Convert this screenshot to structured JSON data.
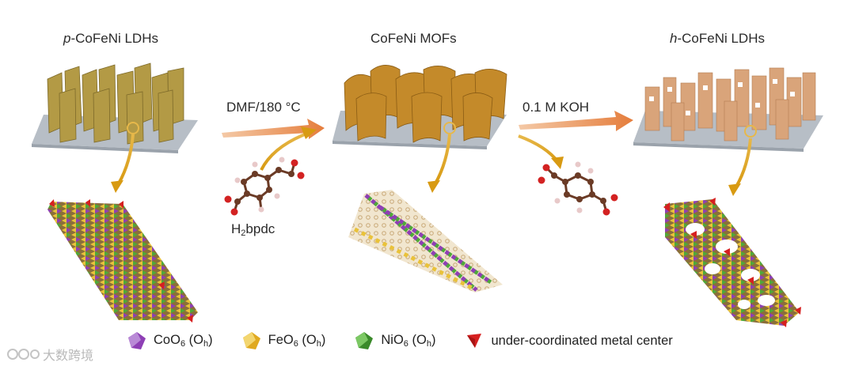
{
  "stages": [
    {
      "prefix": "p",
      "name": "-CoFeNi LDHs"
    },
    {
      "prefix": "",
      "name": "CoFeNi MOFs"
    },
    {
      "prefix": "h",
      "name": "-CoFeNi LDHs"
    }
  ],
  "steps": {
    "step1": "DMF/180 °C",
    "step2": "0.1 M KOH"
  },
  "linker": {
    "main": "H",
    "sub": "2",
    "rest": "bpdc"
  },
  "legend": [
    {
      "main": "CoO",
      "sub1": "6",
      "mid": " (O",
      "sub2": "h",
      "end": ")",
      "color": "#8e3fb5"
    },
    {
      "main": "FeO",
      "sub1": "6",
      "mid": " (O",
      "sub2": "h",
      "end": ")",
      "color": "#e9c23a"
    },
    {
      "main": "NiO",
      "sub1": "6",
      "mid": " (O",
      "sub2": "h",
      "end": ")",
      "color": "#4fa83a"
    },
    {
      "text": "under-coordinated metal center",
      "color": "#d62020"
    }
  ],
  "watermark": "大数跨境",
  "colors": {
    "ldh": "#b39a45",
    "mof": "#c48a2a",
    "hldh": "#d9a47a",
    "arrow": "#e2874a",
    "substrate": "#b7bec6",
    "atom_c": "#6b3b26",
    "atom_o": "#d32222",
    "atom_h": "#e8c9c9"
  }
}
